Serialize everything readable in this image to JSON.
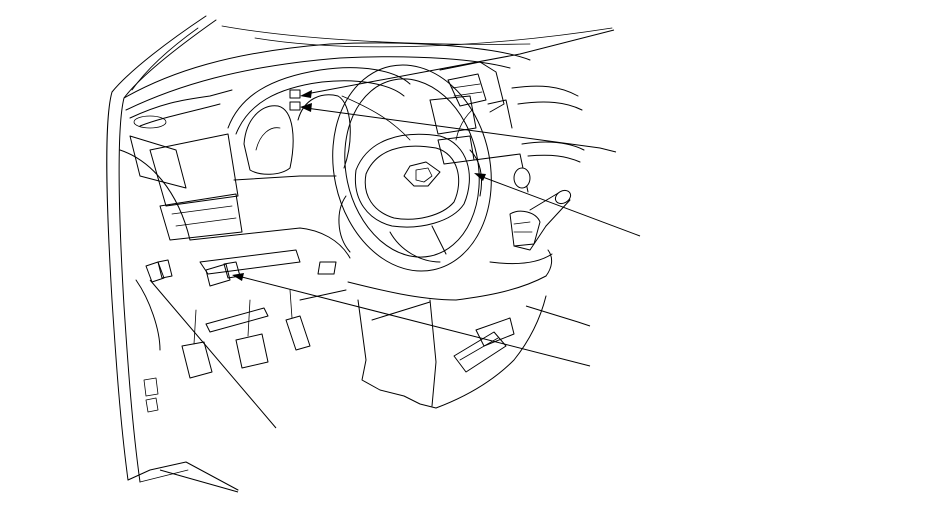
{
  "figure": {
    "subject": "vehicle-interior-dashboard-line-drawing",
    "callouts": [
      {
        "id": "callout-1"
      },
      {
        "id": "callout-2"
      },
      {
        "id": "callout-3"
      },
      {
        "id": "callout-4"
      },
      {
        "id": "callout-5"
      },
      {
        "id": "callout-6"
      },
      {
        "id": "callout-7"
      },
      {
        "id": "callout-8"
      }
    ]
  }
}
